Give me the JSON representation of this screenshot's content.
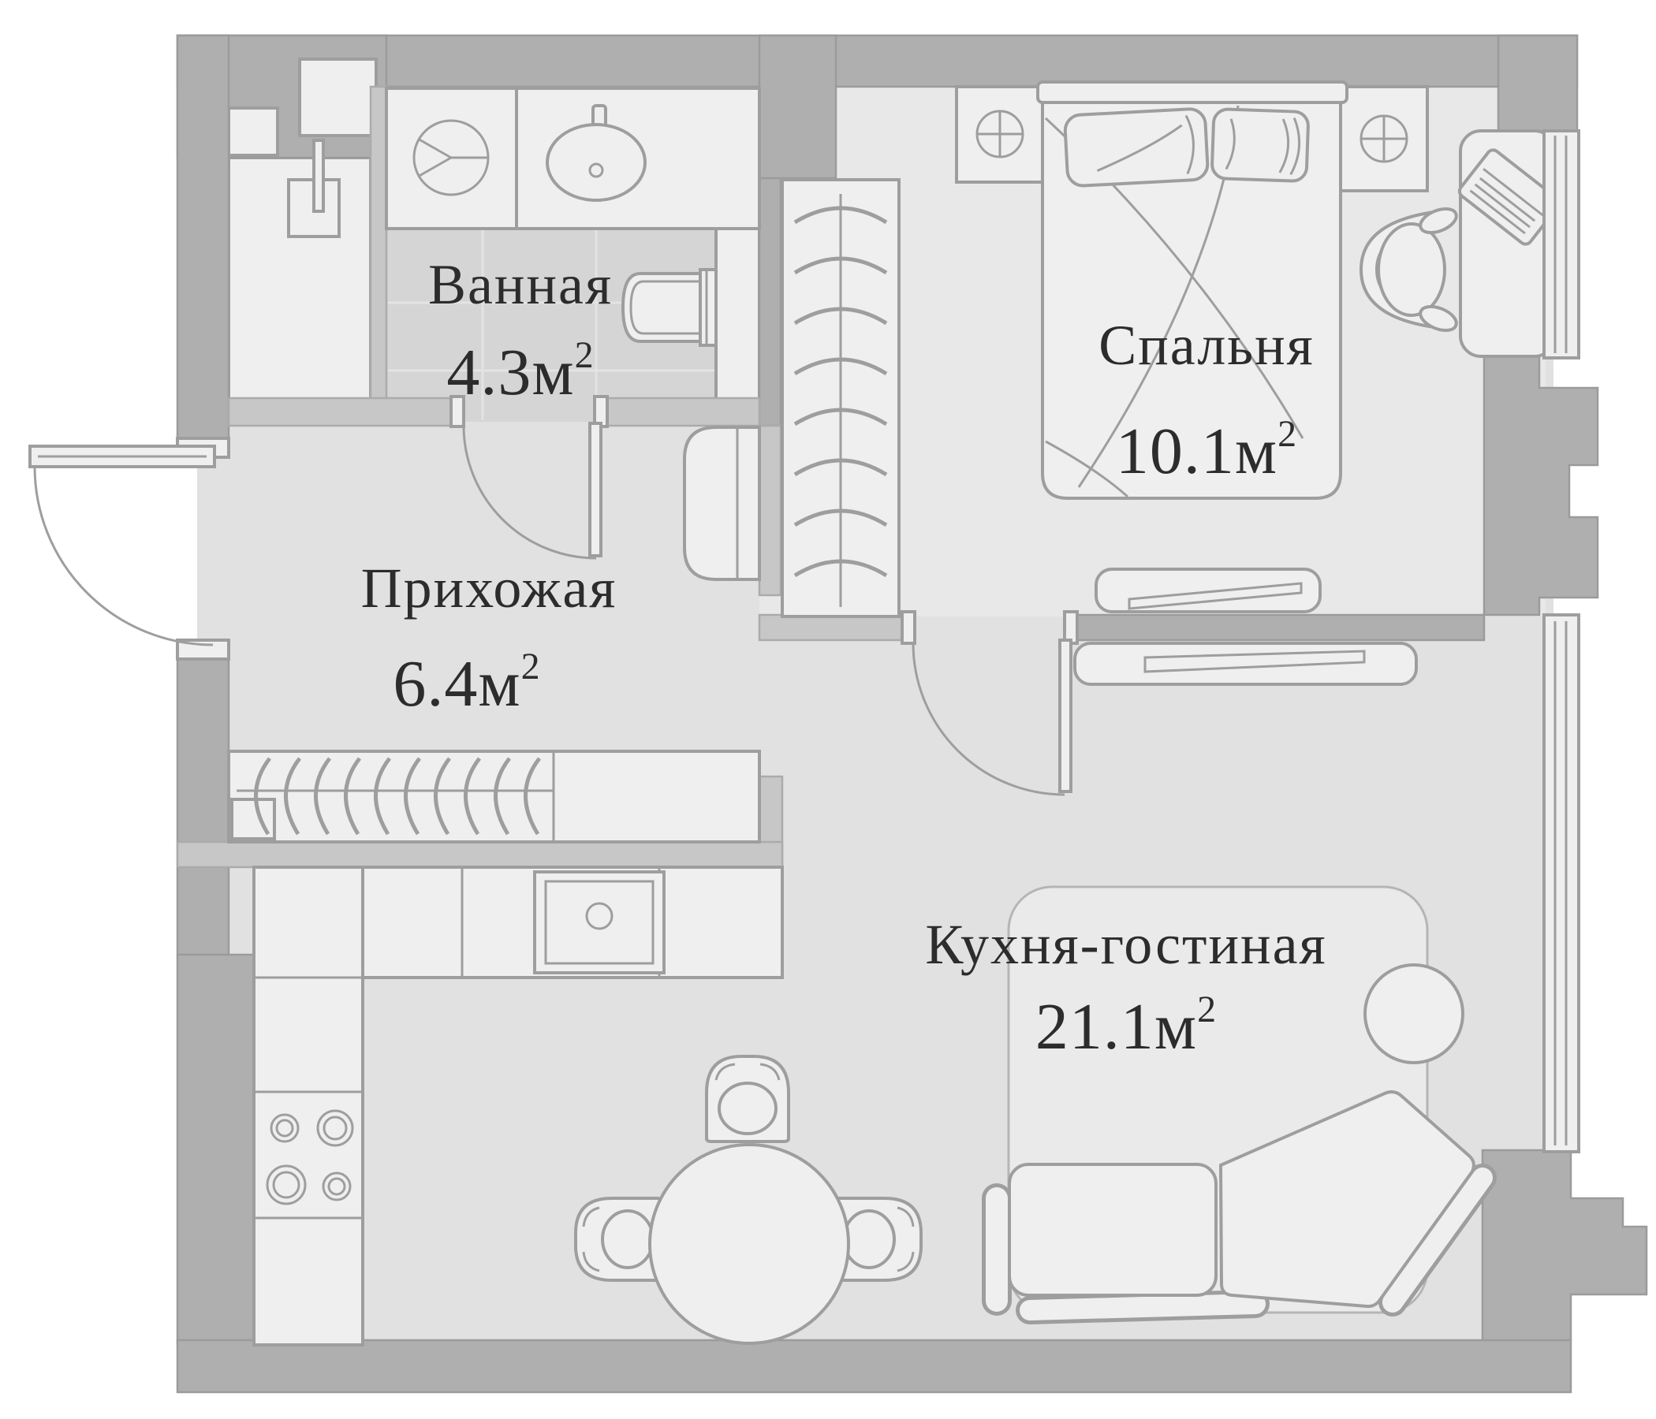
{
  "document": {
    "type": "floor-plan"
  },
  "rooms": [
    {
      "id": "bathroom",
      "name": "Ванная",
      "area_value": "4.3м",
      "area_sup": "2"
    },
    {
      "id": "hallway",
      "name": "Прихожая",
      "area_value": "6.4м",
      "area_sup": "2"
    },
    {
      "id": "bedroom",
      "name": "Спальня",
      "area_value": "10.1м",
      "area_sup": "2"
    },
    {
      "id": "kitchen_living",
      "name": "Кухня-гостиная",
      "area_value": "21.1м",
      "area_sup": "2"
    }
  ],
  "colors": {
    "wall": "#AFAFAF",
    "wall_stroke": "#9B9B9B",
    "partition": "#C7C7C7",
    "partition_stroke": "#ABABAB",
    "floor": "#E1E1E1",
    "floor_bedroom": "#E8E8E8",
    "tile": "#D5D5D5",
    "tile_line": "#E3E3E3",
    "furniture": "#EFEFEF",
    "line": "#9E9E9E",
    "rug": "#EAEAEA",
    "rug_stroke": "#B5B5B5",
    "text": "#2C2C2C",
    "bg": "#FFFFFF"
  }
}
